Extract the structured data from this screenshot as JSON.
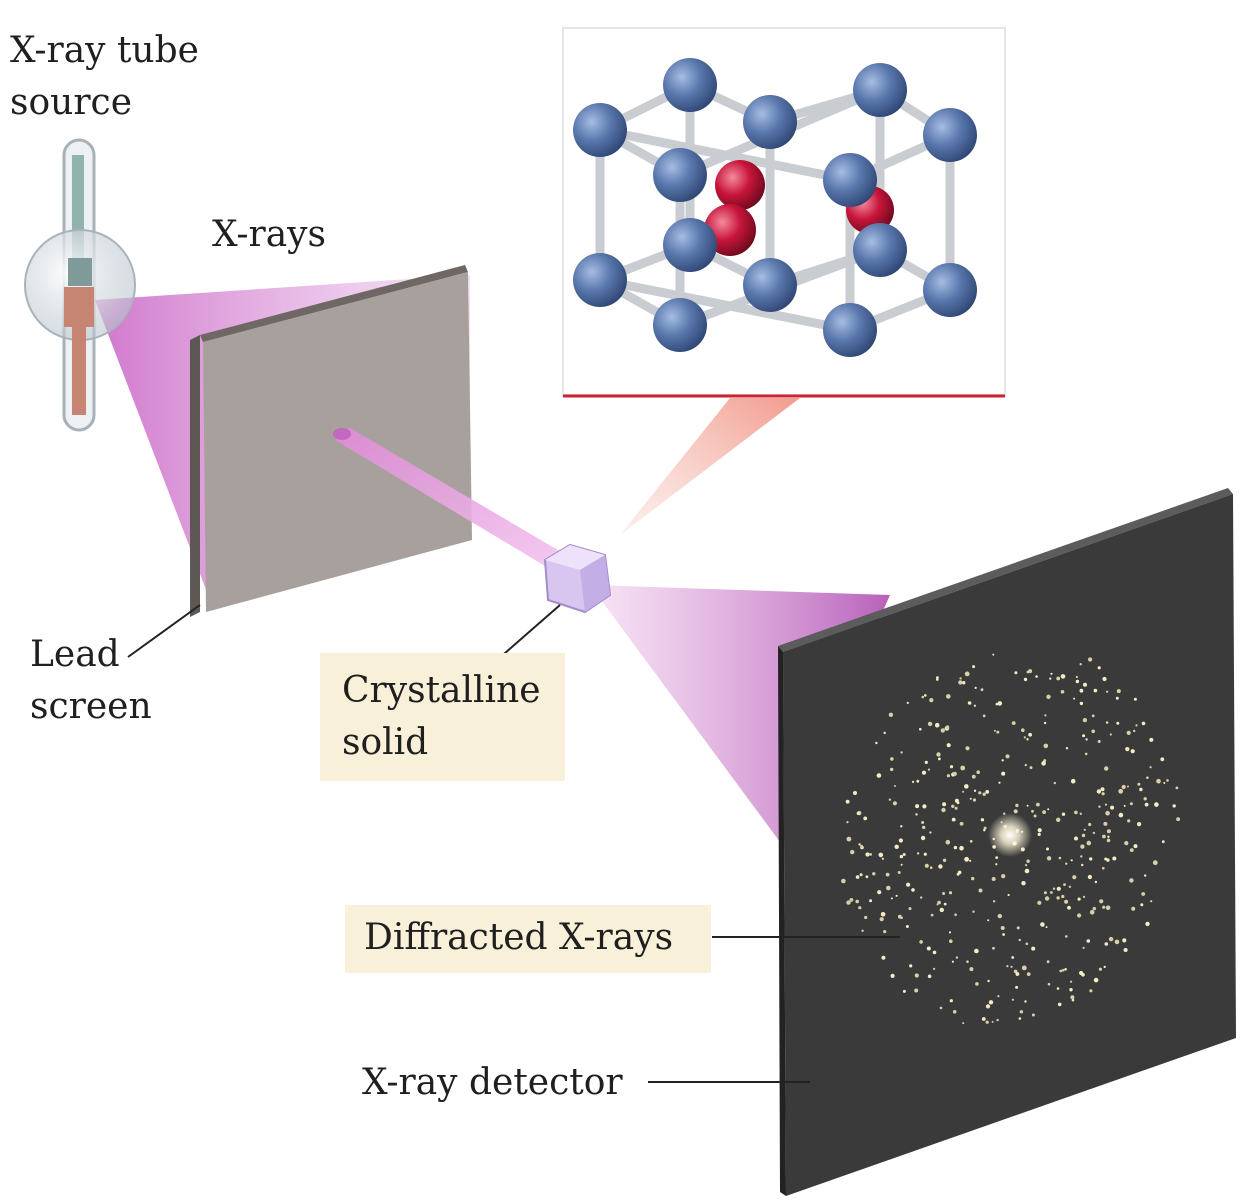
{
  "labels": {
    "source_line1": "X-ray tube",
    "source_line2": "source",
    "xrays": "X-rays",
    "lead_line1": "Lead",
    "lead_line2": "screen",
    "crystal_line1": "Crystalline",
    "crystal_line2": "solid",
    "diffracted": "Diffracted X-rays",
    "detector": "X-ray detector"
  },
  "colors": {
    "beam": "#d77fd0",
    "lead_screen": "#a8a09c",
    "detector": "#3a3a3a",
    "atom_blue": "#5a78ad",
    "atom_red": "#c8153a",
    "label_box": "#f8f0d8",
    "inset_underline": "#cc2233"
  },
  "icons": {
    "source": "x-ray-tube-icon",
    "crystal": "crystal-icon",
    "lattice": "crystal-lattice-icon"
  }
}
